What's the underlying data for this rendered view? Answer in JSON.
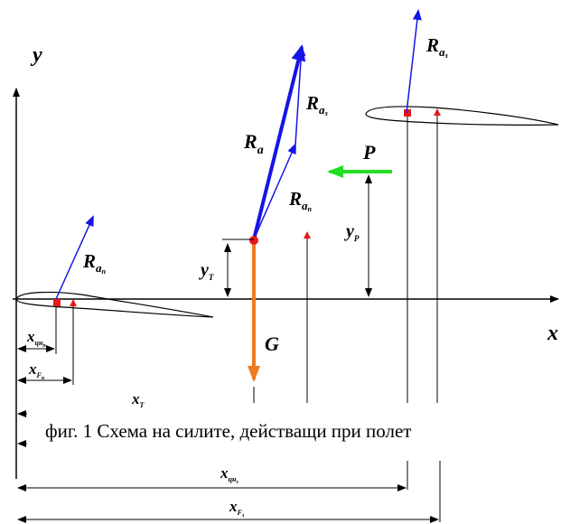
{
  "caption": "фиг. 1 Схема на силите, действащи при полет",
  "axes": {
    "x_label": "x",
    "y_label": "y"
  },
  "forces": {
    "Ra": {
      "main": "R",
      "sub": "a"
    },
    "Ra_tail": {
      "main": "R",
      "sub": "a",
      "subsub": "з"
    },
    "Ra_tail_comp": {
      "main": "R",
      "sub": "a",
      "subsub": "з"
    },
    "Ra_front": {
      "main": "R",
      "sub": "a",
      "subsub": "п"
    },
    "Ra_front_comp": {
      "main": "R",
      "sub": "a",
      "subsub": "п"
    },
    "P": "P",
    "G": "G"
  },
  "dimensions": {
    "y_T": {
      "main": "y",
      "sub": "T"
    },
    "y_P": {
      "main": "y",
      "sub": "P"
    },
    "x_T": {
      "main": "x",
      "sub": "T"
    },
    "x_cn_front": {
      "main": "x",
      "sub": "цн",
      "subsub": "п"
    },
    "x_F_front": {
      "main": "x",
      "sub": "F",
      "subsub": "п"
    },
    "x_cn_tail": {
      "main": "x",
      "sub": "цн",
      "subsub": "з"
    },
    "x_F_tail": {
      "main": "x",
      "sub": "F",
      "subsub": "з"
    }
  },
  "colors": {
    "lift": "#1515e6",
    "thrust": "#22dd22",
    "weight": "#f07a1e",
    "cg_point": "#e61818",
    "pressure_center": "#e61818",
    "focus": "#e61818",
    "line": "#000000"
  }
}
